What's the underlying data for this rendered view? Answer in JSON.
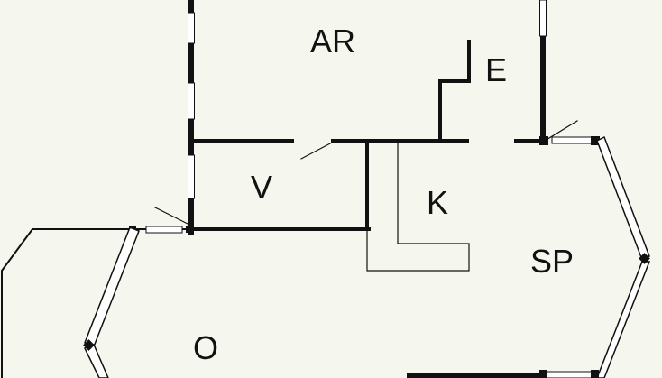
{
  "rooms": {
    "ar": "AR",
    "e": "E",
    "v": "V",
    "k": "K",
    "sp": "SP",
    "o": "O"
  }
}
